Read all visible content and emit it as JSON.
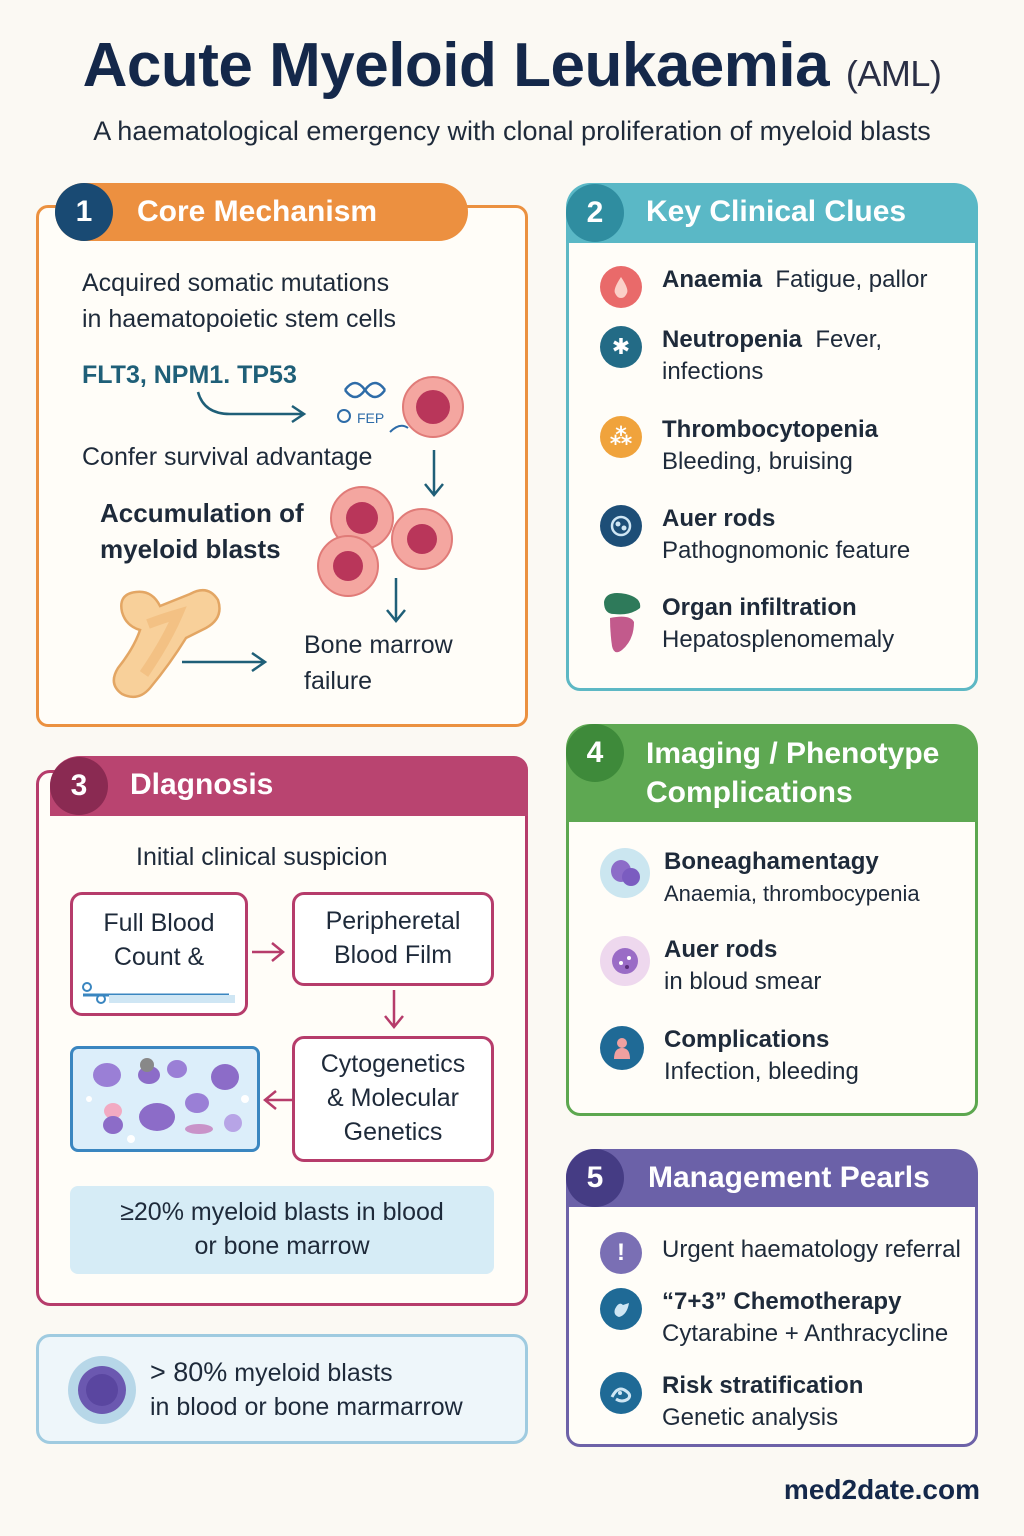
{
  "header": {
    "title": "Acute Myeloid Leukaemia",
    "title_abbr": "(AML)",
    "subtitle": "A haematological emergency with clonal proliferation of myeloid blasts"
  },
  "section1": {
    "number": "1",
    "title": "Core Mechanism",
    "line1": "Acquired somatic mutations",
    "line2": "in haematopoietic stem cells",
    "genes": "FLT3,  NPM1.   TP53",
    "fep_label": "FEP",
    "survival": "Confer survival advantage",
    "accum1": "Accumulation of",
    "accum2": "myeloid blasts",
    "failure1": "Bone marrow",
    "failure2": "failure",
    "color": "#ec9040"
  },
  "section2": {
    "number": "2",
    "title": "Key Clinical Clues",
    "items": [
      {
        "name": "Anaemia",
        "desc": "Fatigue, pallor",
        "icon": "drop-icon"
      },
      {
        "name": "Neutropenia",
        "desc": "Fever,",
        "desc2": "infections",
        "icon": "virus-icon"
      },
      {
        "name": "Thrombocytopenia",
        "desc": "Bleeding, bruising",
        "icon": "platelet-icon"
      },
      {
        "name": "Auer rods",
        "desc": "Pathognomonic feature",
        "icon": "cell-icon"
      },
      {
        "name": "Organ infiltration",
        "desc": "Hepatosplenomemaly",
        "icon": "liver-icon"
      }
    ],
    "color": "#5ab8c6"
  },
  "section3": {
    "number": "3",
    "title": "Dlagnosis",
    "suspicion": "Initial clinical suspicion",
    "fbc1": "Full Blood",
    "fbc2": "Count &",
    "film1": "Peripheretal",
    "film2": "Blood Film",
    "cyto1": "Cytogenetics",
    "cyto2": "& Molecular",
    "cyto3": "Genetics",
    "criteria1": "≥20% myeloid blasts in blood",
    "criteria2": "or bone marrow",
    "color": "#b94470"
  },
  "section4": {
    "number": "4",
    "title1": "Imaging / Phenotype",
    "title2": "Complications",
    "items": [
      {
        "name": "Boneaghamentagy",
        "desc": "Anaemia, thrombocypenia"
      },
      {
        "name": "Auer rods",
        "desc": "in bloud smear"
      },
      {
        "name": "Complications",
        "desc": "Infection, bleeding"
      }
    ],
    "color": "#5ea852"
  },
  "section5": {
    "number": "5",
    "title": "Management Pearls",
    "items": [
      {
        "name": "Urgent haematology referral",
        "desc": "",
        "icon": "alert-icon"
      },
      {
        "name": "“7+3” Chemotherapy",
        "desc": "Cytarabine + Anthracycline",
        "icon": "drug-icon"
      },
      {
        "name": "Risk stratification",
        "desc": "Genetic analysis",
        "icon": "dna-icon"
      }
    ],
    "color": "#6b61a8"
  },
  "note": {
    "value": "> 80%",
    "text1": "myeloid blasts",
    "text2": "in blood or bone marmarrow"
  },
  "footer": {
    "site": "med2date.com"
  }
}
